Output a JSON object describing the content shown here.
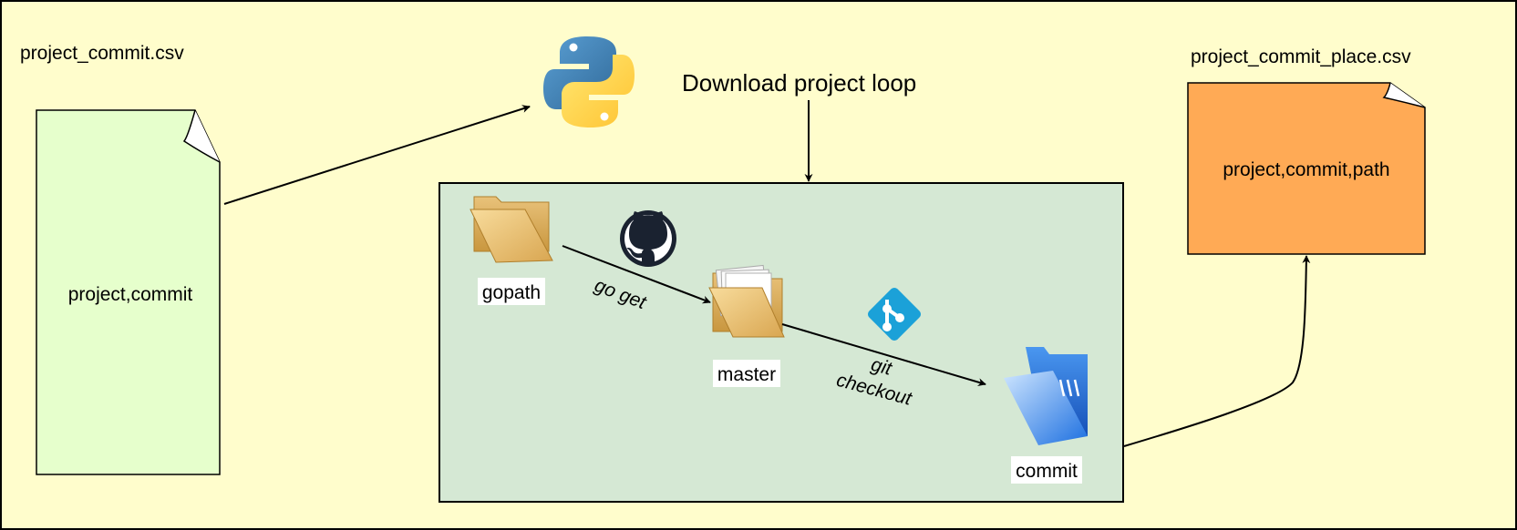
{
  "background_color": "#FFFDCC",
  "input_file": {
    "caption": "project_commit.csv",
    "content": "project,commit",
    "fill_color": "#E6FFCC"
  },
  "output_file": {
    "caption": "project_commit_place.csv",
    "content": "project,commit,path",
    "fill_color": "#FFAA55"
  },
  "python_logo": {
    "icon": "python-logo-icon"
  },
  "loop": {
    "label": "Download project loop",
    "fill_color": "#D5E8D4"
  },
  "nodes": {
    "gopath": {
      "label": "gopath",
      "icon": "folder-open-icon"
    },
    "master": {
      "label": "master",
      "icon": "folder-with-papers-icon"
    },
    "commit": {
      "label": "commit",
      "icon": "blue-folder-icon"
    }
  },
  "edges": {
    "go_get": {
      "label": "go get",
      "icon": "github-icon"
    },
    "git_checkout": {
      "label_line1": "git",
      "label_line2": "checkout",
      "icon": "git-icon"
    }
  }
}
